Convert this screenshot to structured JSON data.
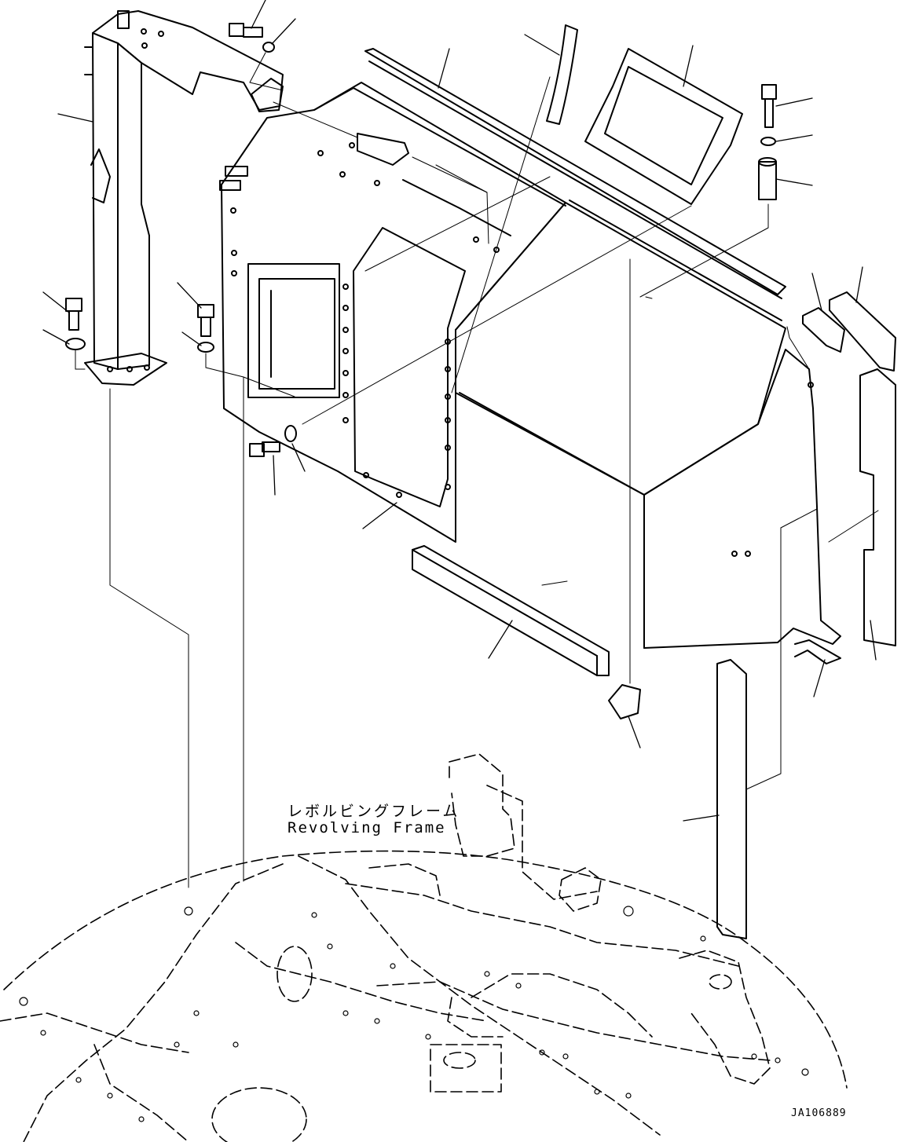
{
  "assembly_labels": {
    "revolving_frame_jp": "レボルビングフレーム",
    "revolving_frame_en": "Revolving Frame"
  },
  "drawing_number": "JA106889"
}
